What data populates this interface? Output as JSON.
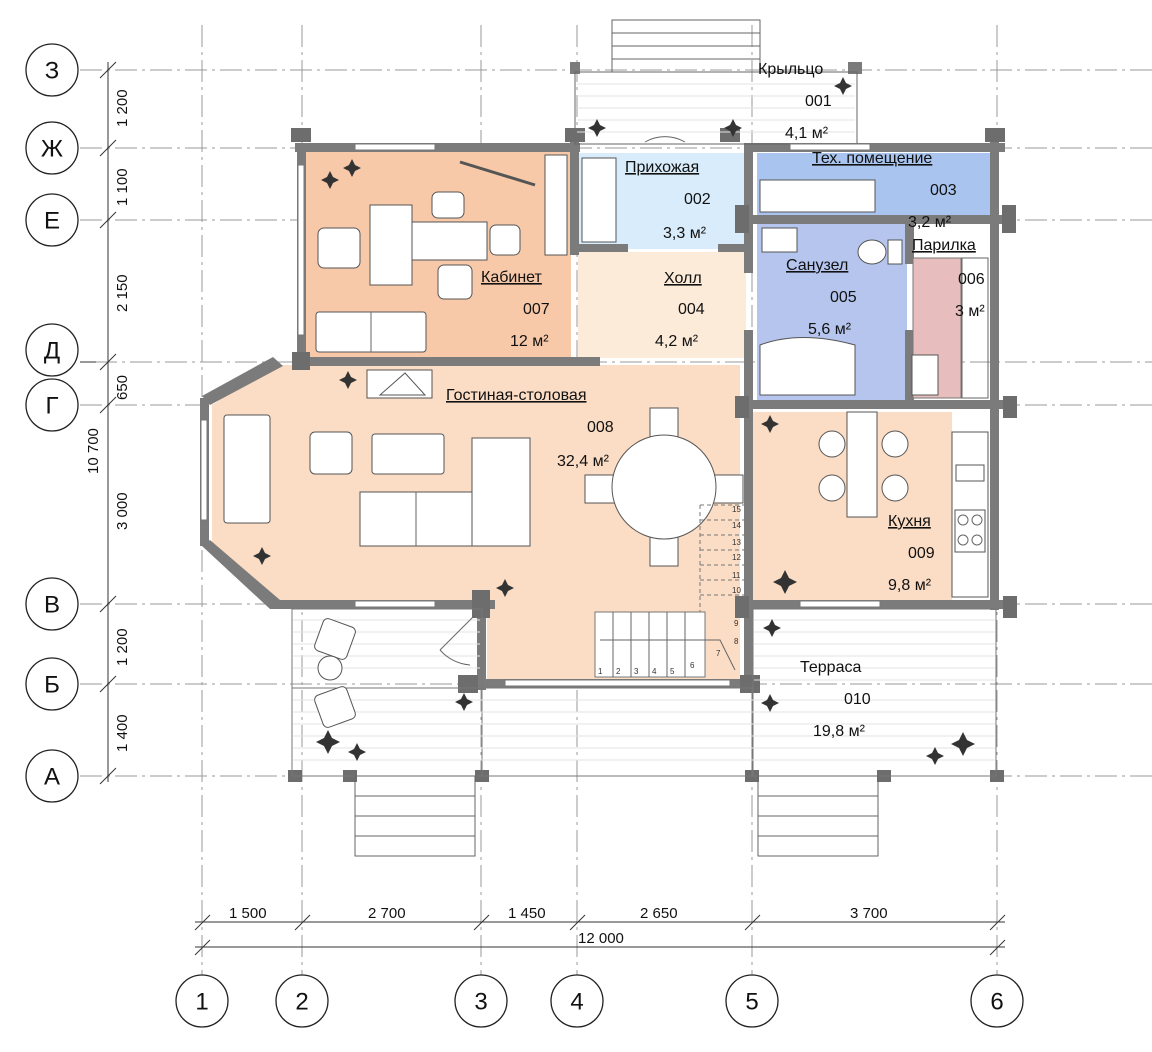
{
  "axes": {
    "rows": [
      "З",
      "Ж",
      "Е",
      "Д",
      "Г",
      "В",
      "Б",
      "А"
    ],
    "cols": [
      "1",
      "2",
      "3",
      "4",
      "5",
      "6"
    ]
  },
  "dimensions": {
    "left": [
      "1 200",
      "1 100",
      "2 150",
      "650",
      "3 000",
      "1 200",
      "1 400"
    ],
    "left_total": "10 700",
    "bottom": [
      "1 500",
      "2 700",
      "1 450",
      "2 650",
      "3 700"
    ],
    "bottom_total": "12 000"
  },
  "rooms": [
    {
      "name": "Крыльцо",
      "number": "001",
      "area": "4,1 м²",
      "color": "#ffffff"
    },
    {
      "name": "Прихожая",
      "number": "002",
      "area": "3,3 м²",
      "color": "#d8ecfb"
    },
    {
      "name": "Тех. помещение",
      "number": "003",
      "area": "3,2 м²",
      "color": "#a9c4ee"
    },
    {
      "name": "Холл",
      "number": "004",
      "area": "4,2 м²",
      "color": "#fdebd9"
    },
    {
      "name": "Санузел",
      "number": "005",
      "area": "5,6 м²",
      "color": "#b5c5ee"
    },
    {
      "name": "Парилка",
      "number": "006",
      "area": "3 м²",
      "color": "#ffffff"
    },
    {
      "name": "Кабинет",
      "number": "007",
      "area": "12 м²",
      "color": "#f8c9a8"
    },
    {
      "name": "Гостиная-столовая",
      "number": "008",
      "area": "32,4 м²",
      "color": "#fbdcc4"
    },
    {
      "name": "Кухня",
      "number": "009",
      "area": "9,8 м²",
      "color": "#fbdcc4"
    },
    {
      "name": "Терраса",
      "number": "010",
      "area": "19,8 м²",
      "color": "#ffffff"
    }
  ],
  "stair_steps": [
    "1",
    "2",
    "3",
    "4",
    "5",
    "6",
    "7",
    "8",
    "9",
    "10",
    "11",
    "12",
    "13",
    "14",
    "15"
  ],
  "icons": [
    "plant-icon",
    "sofa-icon",
    "armchair-icon",
    "dining-table-icon",
    "bathtub-icon",
    "toilet-icon",
    "sink-icon",
    "stove-icon",
    "fireplace-icon"
  ]
}
